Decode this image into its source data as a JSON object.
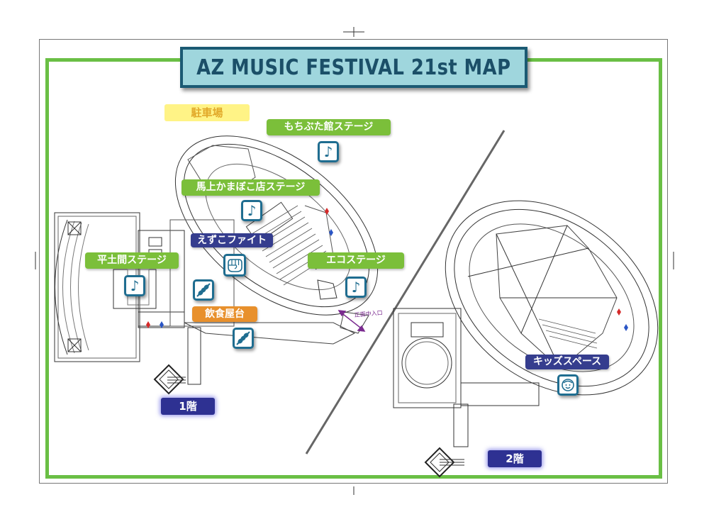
{
  "title": "AZ MUSIC FESTIVAL 21st MAP",
  "parking": "駐車場",
  "stages": {
    "mochibuta": "もちぶた館ステージ",
    "magami": "馬上かまぼこ店ステージ",
    "hiradoma": "平土間ステージ",
    "eco": "エコステージ"
  },
  "booths": {
    "ezuko": "えずこファイト",
    "food": "飲食屋台",
    "kids": "キッズスペース"
  },
  "floors": {
    "first": "1階",
    "second": "2階"
  },
  "east_entrance": "正面中入口",
  "icons": {
    "music": "music-note-icon",
    "fist": "fist-icon",
    "food": "food-skewer-icon",
    "kids": "kids-face-icon"
  },
  "colors": {
    "stage_label": "#7bbf3a",
    "booth_label": "#353d8e",
    "food_label": "#e8902c",
    "icon_border": "#1f6d90",
    "frame": "#6abf45",
    "title_bg": "#9fd6dd",
    "title_border": "#1b5a73"
  }
}
